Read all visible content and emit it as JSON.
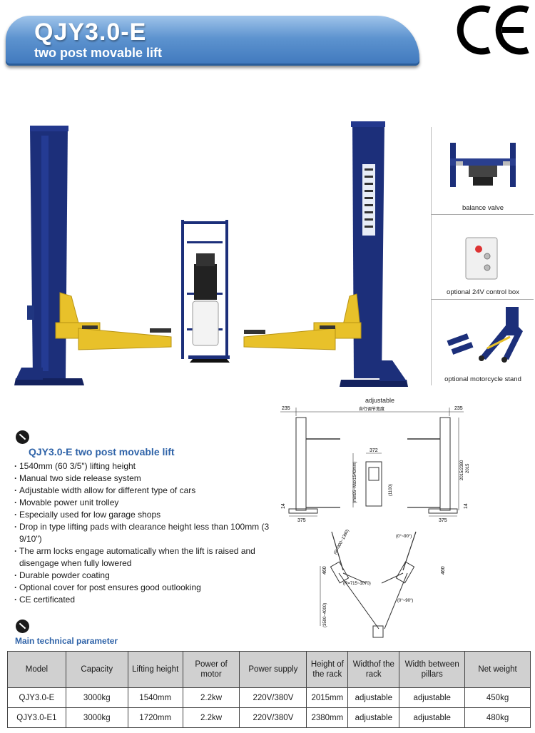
{
  "header": {
    "model_title": "QJY3.0-E",
    "subtitle": "two post movable lift",
    "cert_mark": "CE"
  },
  "side_panel": {
    "items": [
      {
        "caption": "balance valve",
        "icon": "balance-valve-icon"
      },
      {
        "caption": "optional 24V control box",
        "icon": "control-box-icon"
      },
      {
        "caption": "optional motorcycle stand",
        "icon": "motorcycle-stand-icon"
      }
    ]
  },
  "features": {
    "title": "QJY3.0-E two post movable lift",
    "items": [
      "1540mm (60 3/5\") lifting height",
      "Manual two side release system",
      "Adjustable width allow for different type of cars",
      "Movable power unit trolley",
      "Especially used for low garage shops",
      "Drop in type lifting pads with clearance height less than 100mm (3 9/10\")",
      "The arm locks engage automatically when the lift is raised and disengage when fully lowered",
      "Durable powder coating",
      "Optional cover for post ensures good outlooking",
      "CE certificated"
    ]
  },
  "drawing": {
    "top_label": "adjustable",
    "inner_label": "自行调节宽度",
    "dim_235_left": "235",
    "dim_235_right": "235",
    "dim_372": "372",
    "dim_375_left": "375",
    "dim_375_right": "375",
    "dim_14_left": "14",
    "dim_14_right": "14",
    "dim_height_range": "(min95~Max1540mm)",
    "dim_1100": "(1100)",
    "dim_rack": "2015/2380",
    "dim_2015": "2015",
    "dim_arm_outer": "(R=900~1380)",
    "dim_arm_inner": "(R=715~1070)",
    "dim_angle_top": "(0°~90°)",
    "dim_angle_side": "(0°~90°)",
    "dim_460_left": "460",
    "dim_460_right": "460",
    "dim_depth": "(3500~4000)"
  },
  "spec_table": {
    "title": "Main technical parameter",
    "headers": [
      "Model",
      "Capacity",
      "Lifting height",
      "Power of motor",
      "Power supply",
      "Height of the rack",
      "Widthof the rack",
      "Width between pillars",
      "Net weight"
    ],
    "rows": [
      [
        "QJY3.0-E",
        "3000kg",
        "1540mm",
        "2.2kw",
        "220V/380V",
        "2015mm",
        "adjustable",
        "adjustable",
        "450kg"
      ],
      [
        "QJY3.0-E1",
        "3000kg",
        "1720mm",
        "2.2kw",
        "220V/380V",
        "2380mm",
        "adjustable",
        "adjustable",
        "480kg"
      ]
    ]
  },
  "colors": {
    "banner_blue": "#4a84c6",
    "post_blue": "#1c2f7a",
    "arm_yellow": "#e8c12a",
    "heading_blue": "#2f63a8"
  }
}
